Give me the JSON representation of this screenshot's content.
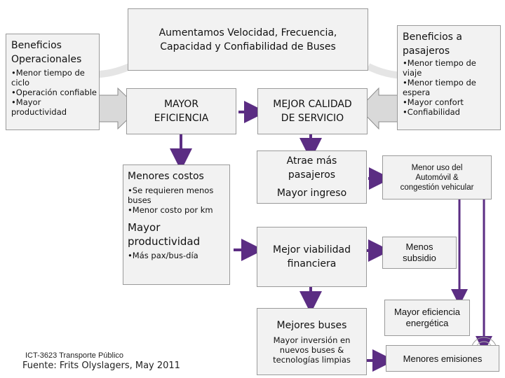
{
  "top": {
    "line1": "Aumentamos Velocidad, Frecuencia,",
    "line2": "Capacidad y Confiabilidad de Buses"
  },
  "left": {
    "title_line1": "Beneficios",
    "title_line2": "Operacionales",
    "items": [
      "•Menor tiempo de",
      "ciclo",
      "•Operación confiable",
      "•Mayor",
      "productividad"
    ]
  },
  "right": {
    "title_line1": "Beneficios a",
    "title_line2": "pasajeros",
    "items": [
      "•Menor tiempo de",
      "viaje",
      "•Menor tiempo de",
      "espera",
      "•Mayor confort",
      "•Confiabilidad"
    ]
  },
  "mayor_eficiencia": {
    "line1": "MAYOR",
    "line2": "EFICIENCIA"
  },
  "mejor_calidad": {
    "line1": "MEJOR CALIDAD",
    "line2": "DE SERVICIO"
  },
  "menores_costos": {
    "title": "Menores costos",
    "items": [
      "•Se requieren menos",
      "buses",
      "•Menor costo por km"
    ]
  },
  "mayor_productividad": {
    "title_line1": "Mayor",
    "title_line2": "productividad",
    "items": [
      "•Más pax/bus-día"
    ]
  },
  "atrae": {
    "line1": "Atrae más",
    "line2": "pasajeros",
    "line3": "Mayor ingreso"
  },
  "viabilidad": {
    "line1": "Mejor viabilidad",
    "line2": "financiera"
  },
  "mejores_buses": {
    "title": "Mejores buses",
    "items": [
      "Mayor inversión en",
      "nuevos buses &",
      "tecnologías limpias"
    ]
  },
  "menor_uso": {
    "line1": "Menor uso del",
    "line2": "Automóvil &",
    "line3": "congestión vehicular"
  },
  "menos_subsidio": {
    "line1": "Menos",
    "line2": "subsidio"
  },
  "eficiencia_energetica": {
    "line1": "Mayor eficiencia",
    "line2": "energética"
  },
  "menores_emisiones": {
    "label": "Menores emisiones"
  },
  "footer": {
    "course": "ICT-3623   Transporte Público",
    "source": "Fuente: Frits Olyslagers, May 2011"
  },
  "colors": {
    "arrow": "#5b2d83",
    "box_fill": "#f2f2f2",
    "box_border": "#9a9a9a"
  }
}
